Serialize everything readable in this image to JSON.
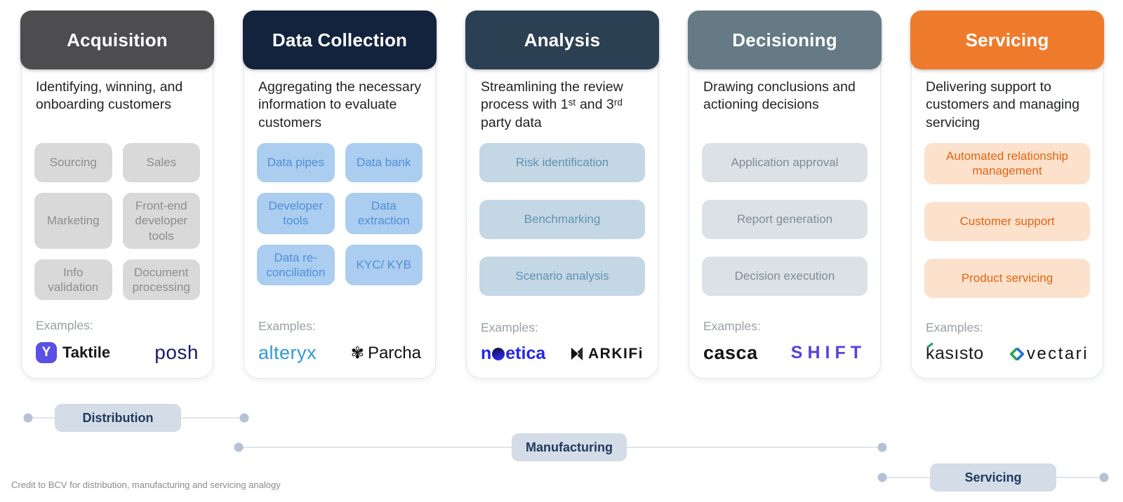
{
  "columns": [
    {
      "title": "Acquisition",
      "description": "Identifying, winning, and onboarding customers",
      "chips": [
        "Sourcing",
        "Sales",
        "Marketing",
        "Front-end developer tools",
        "Info validation",
        "Document processing"
      ],
      "examples_label": "Examples:",
      "logos": [
        {
          "name": "Taktile",
          "text": "Taktile",
          "icon": "taktile-badge-icon"
        },
        {
          "name": "posh",
          "text": "posh"
        }
      ],
      "colors": {
        "header_bg": "#4d4d4f",
        "chip_bg": "#d9d9d9",
        "chip_text": "#8d8d8d"
      }
    },
    {
      "title": "Data Collection",
      "description": "Aggregating the necessary information to evaluate customers",
      "chips": [
        "Data pipes",
        "Data bank",
        "Developer tools",
        "Data extraction",
        "Data re-conciliation",
        "KYC/ KYB"
      ],
      "examples_label": "Examples:",
      "logos": [
        {
          "name": "alteryx",
          "text": "alteryx"
        },
        {
          "name": "Parcha",
          "text": "Parcha",
          "icon": "parcha-flower-icon"
        }
      ],
      "colors": {
        "header_bg": "#13233e",
        "chip_bg": "#abcdf0",
        "chip_text": "#4f8fd9"
      }
    },
    {
      "title": "Analysis",
      "description": "Streamlining the review process with 1ˢᵗ and 3ʳᵈ party data",
      "chips": [
        "Risk identification",
        "Benchmarking",
        "Scenario analysis"
      ],
      "examples_label": "Examples:",
      "logos": [
        {
          "name": "noetica",
          "text_prefix": "n",
          "text_suffix": "etica",
          "icon": "noetica-o-mark"
        },
        {
          "name": "ARKIFi",
          "text": "ARKIFi",
          "icon": "arkifi-icon"
        }
      ],
      "colors": {
        "header_bg": "#2c4053",
        "chip_bg": "#c4d7e4",
        "chip_text": "#6192b3"
      }
    },
    {
      "title": "Decisioning",
      "description": "Drawing conclusions and actioning decisions",
      "chips": [
        "Application approval",
        "Report generation",
        "Decision execution"
      ],
      "examples_label": "Examples:",
      "logos": [
        {
          "name": "casca",
          "text": "casca"
        },
        {
          "name": "SHIFT",
          "text": "SHIFT"
        }
      ],
      "colors": {
        "header_bg": "#657a85",
        "chip_bg": "#dce1e5",
        "chip_text": "#7f8c95"
      }
    },
    {
      "title": "Servicing",
      "description": "Delivering support to customers and managing servicing",
      "chips": [
        "Automated relationship management",
        "Customer support",
        "Product servicing"
      ],
      "examples_label": "Examples:",
      "logos": [
        {
          "name": "kasısto",
          "text": "kasısto",
          "icon": "kasisto-green-accent"
        },
        {
          "name": "vectari",
          "text": "vectari",
          "icon": "vectari-diamond-icon"
        }
      ],
      "colors": {
        "header_bg": "#ee7b2c",
        "chip_bg": "#fce1cd",
        "chip_text": "#e2660f"
      }
    }
  ],
  "phases": [
    {
      "label": "Distribution"
    },
    {
      "label": "Manufacturing"
    },
    {
      "label": "Servicing"
    }
  ],
  "phase_bar_colors": {
    "pill_bg": "#d4dce8",
    "pill_text": "#21395c",
    "line": "#e0e5ee",
    "dot": "#b6c2d3"
  },
  "credit": "Credit to BCV for distribution, manufacturing and servicing analogy"
}
